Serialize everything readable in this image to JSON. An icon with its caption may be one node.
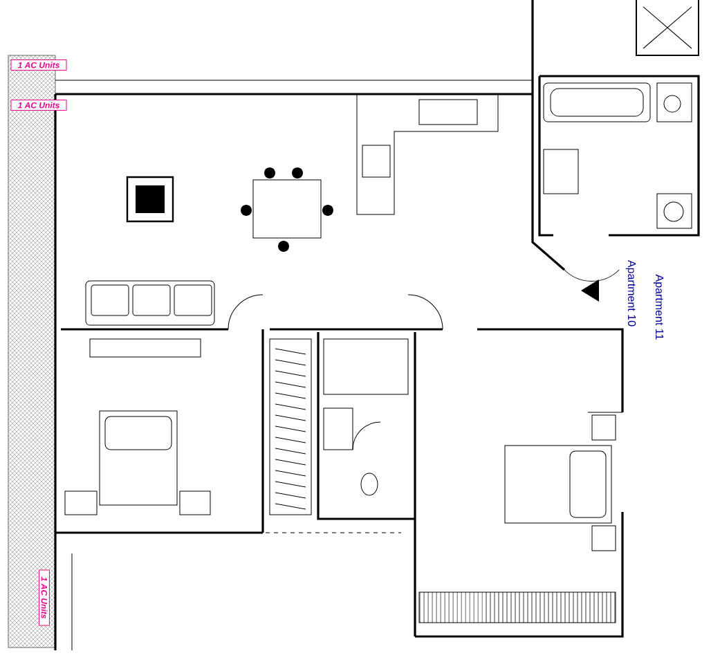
{
  "diagram": {
    "labels": [
      "1 AC Units",
      "1 AC Units",
      "Apartment 10",
      "Apartment 11",
      "1 AC Units"
    ]
  }
}
